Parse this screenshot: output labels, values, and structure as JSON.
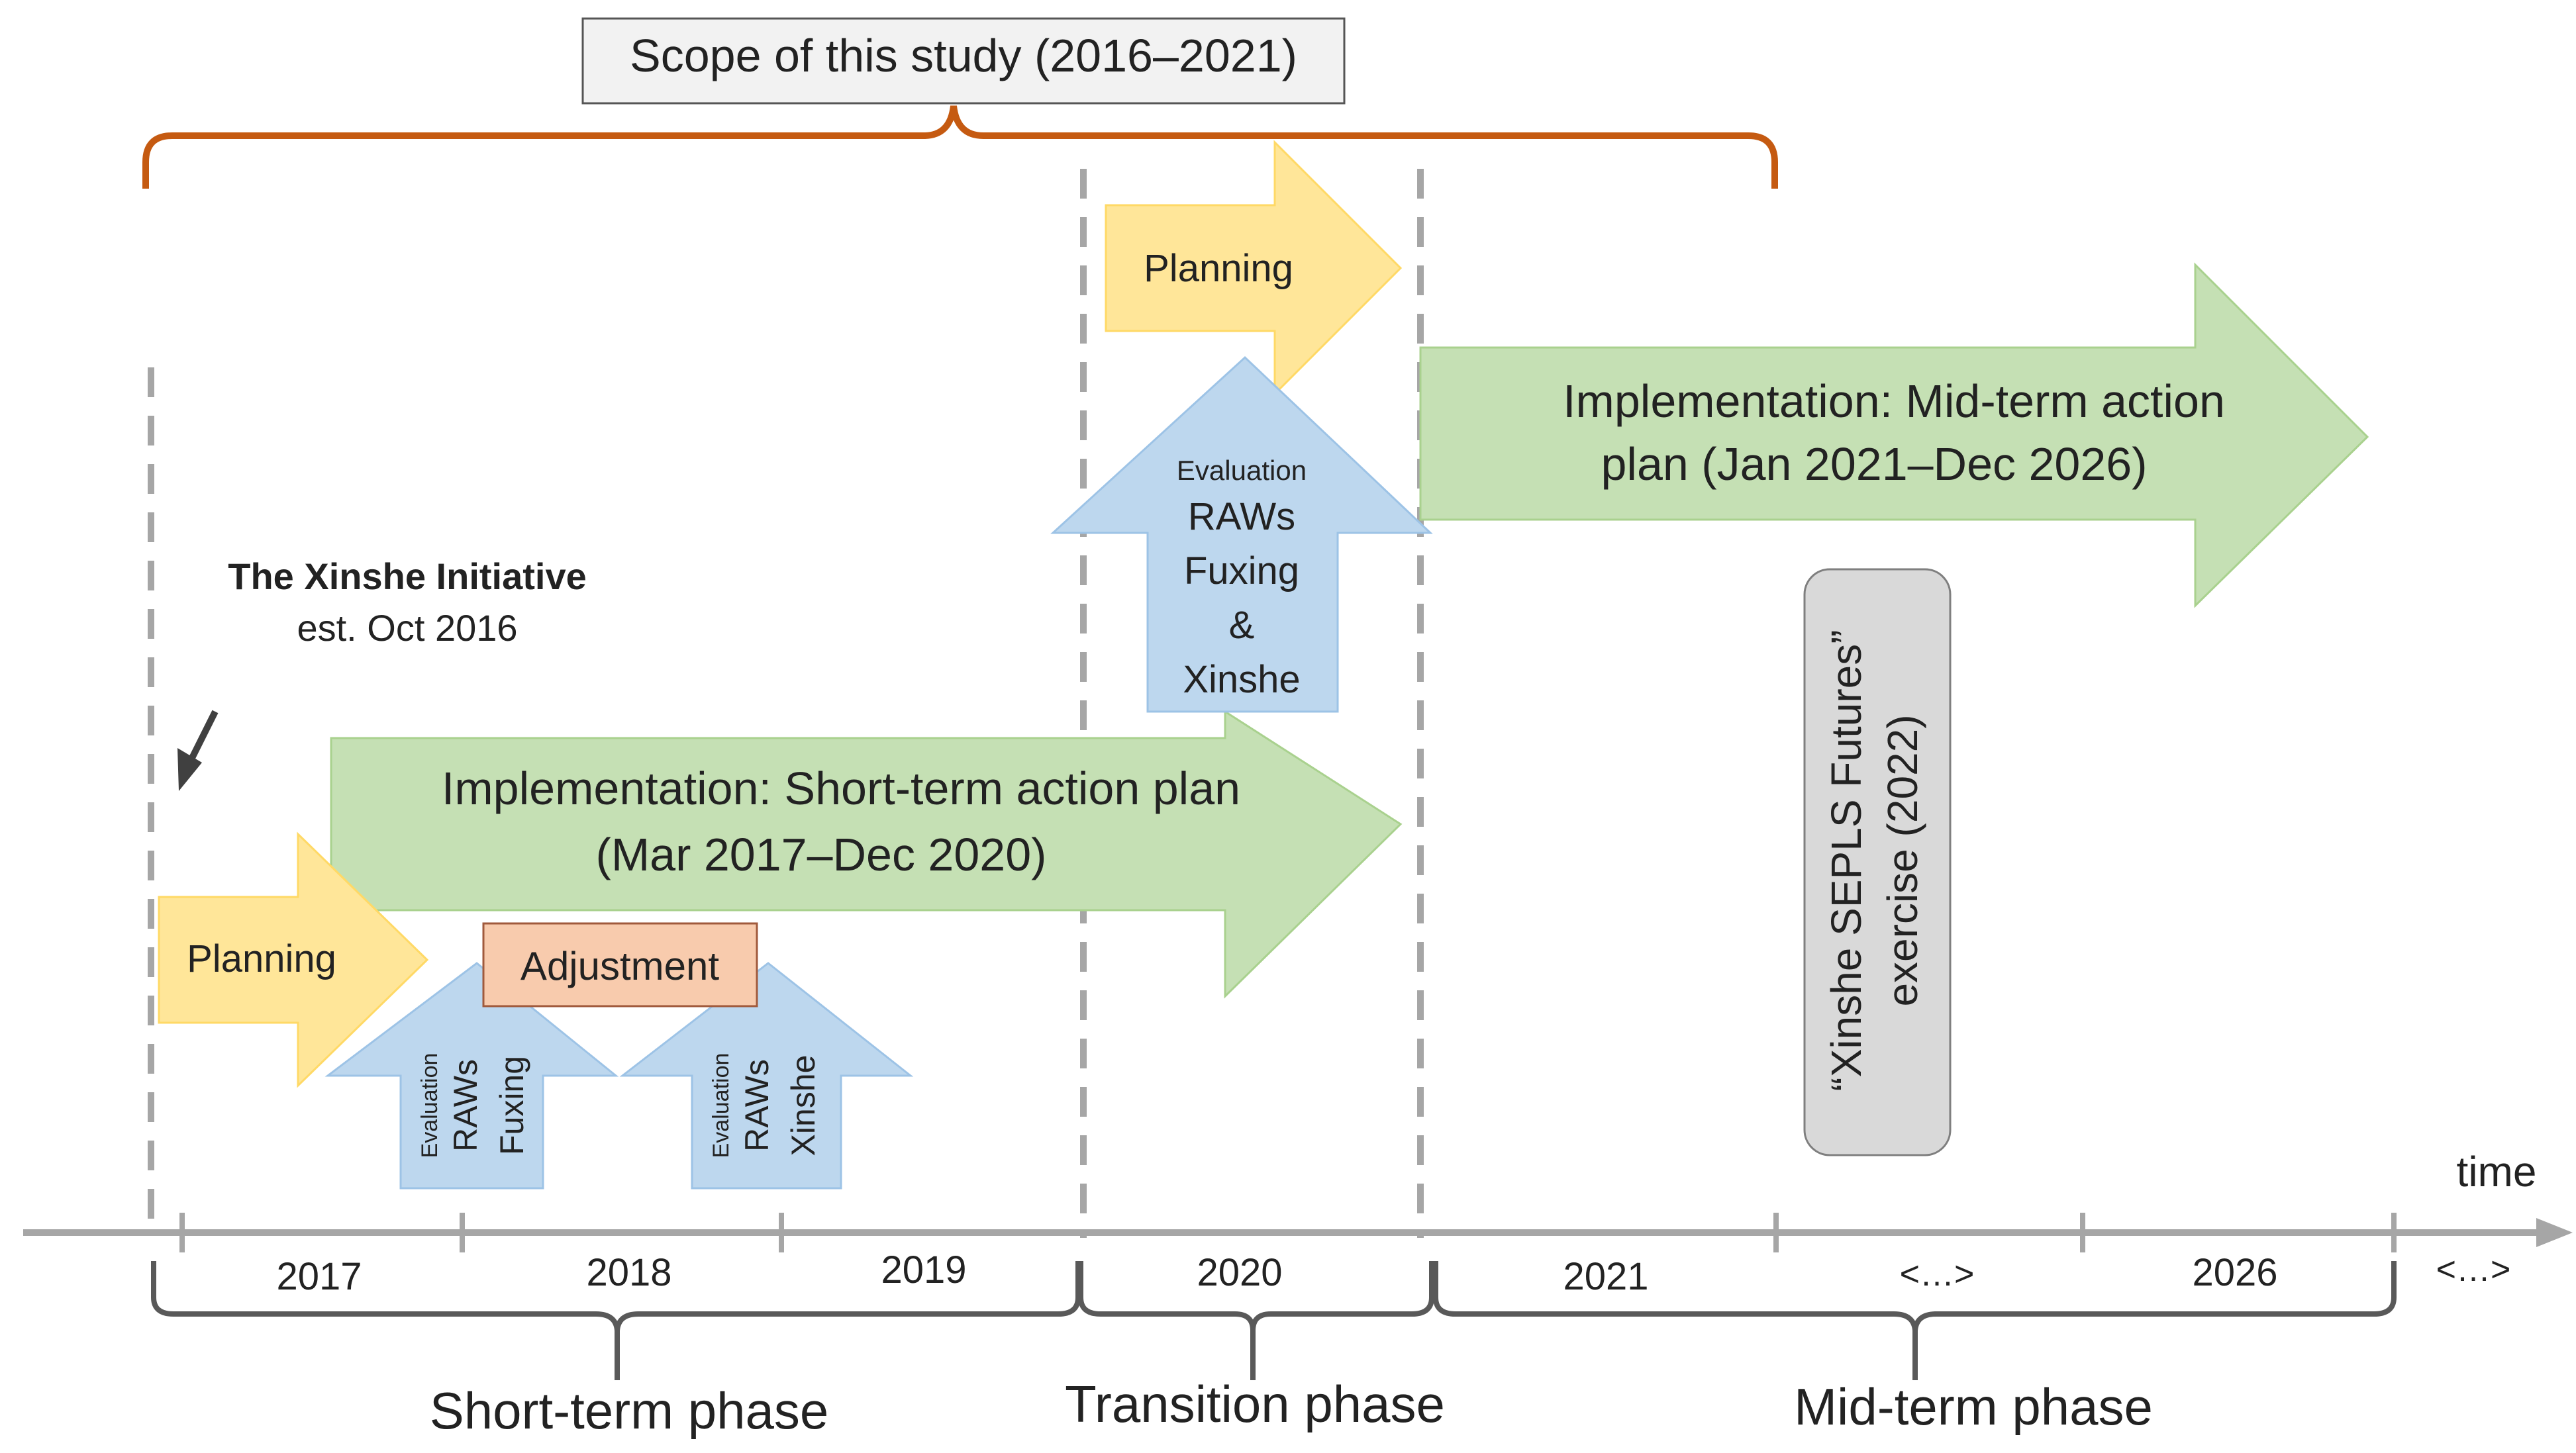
{
  "scope": {
    "label": "Scope of this study (2016–2021)"
  },
  "initiative": {
    "name": "The Xinshe Initiative",
    "established": "est. Oct 2016"
  },
  "short_term": {
    "planning": "Planning",
    "implementation": [
      "Implementation: Short-term action plan",
      "(Mar 2017–Dec 2020)"
    ],
    "adjustment": "Adjustment",
    "evaluation_fuxing": {
      "eval": "Evaluation",
      "lines": [
        "RAWs",
        "Fuxing"
      ]
    },
    "evaluation_xinshe": {
      "eval": "Evaluation",
      "lines": [
        "RAWs",
        "Xinshe"
      ]
    }
  },
  "transition": {
    "planning": "Planning",
    "evaluation": {
      "eval": "Evaluation",
      "lines": [
        "RAWs",
        "Fuxing",
        "&",
        "Xinshe"
      ]
    }
  },
  "mid_term": {
    "implementation": [
      "Implementation: Mid-term action",
      "plan (Jan 2021–Dec 2026)"
    ],
    "futures": [
      "“Xinshe SEPLS Futures”",
      "exercise (2022)"
    ]
  },
  "axis": {
    "label": "time",
    "years": [
      "2017",
      "2018",
      "2019",
      "2020",
      "2021",
      "<…>",
      "2026",
      "<…>"
    ]
  },
  "phases": [
    "Short-term phase",
    "Transition phase",
    "Mid-term phase"
  ],
  "colors": {
    "planning": "#FFE699",
    "implementation": "#C5E0B4",
    "evaluation": "#BDD7EE",
    "adjustment": "#F8CBAD",
    "scope_bracket": "#C55A11",
    "futures_box": "#D9D9D9",
    "axis": "#A6A6A6",
    "divider": "#A6A6A6",
    "brace": "#595959"
  }
}
